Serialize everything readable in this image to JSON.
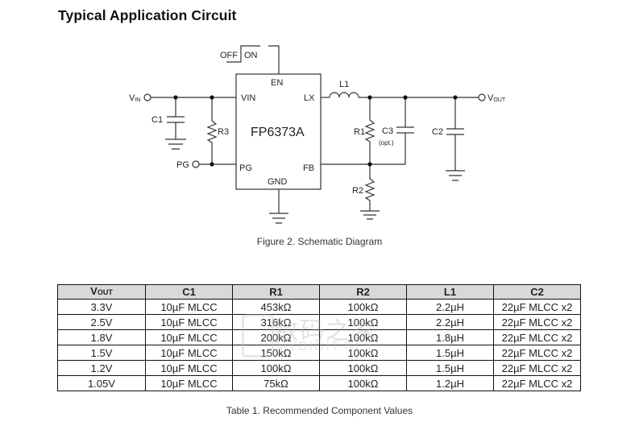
{
  "page": {
    "title": "Typical Application Circuit",
    "figure_caption": "Figure 2. Schematic Diagram",
    "table_caption": "Table 1. Recommended Component Values"
  },
  "schematic": {
    "chip": {
      "name": "FP6373A",
      "pins": {
        "en": "EN",
        "vin": "VIN",
        "lx": "LX",
        "pg": "PG",
        "fb": "FB",
        "gnd": "GND"
      }
    },
    "switch": {
      "off": "OFF",
      "on": "ON"
    },
    "terminals": {
      "vin": {
        "main": "V",
        "sub": "IN"
      },
      "vout": {
        "main": "V",
        "sub": "OUT"
      },
      "pg": "PG"
    },
    "components": {
      "c1": "C1",
      "r3": "R3",
      "l1": "L1",
      "r1": "R1",
      "r2": "R2",
      "c3": "C3",
      "c3_note": "(opt.)",
      "c2": "C2"
    }
  },
  "table": {
    "headers": [
      {
        "main": "V",
        "sub": "OUT"
      },
      {
        "main": "C1"
      },
      {
        "main": "R1"
      },
      {
        "main": "R2"
      },
      {
        "main": "L1"
      },
      {
        "main": "C2"
      }
    ],
    "rows": [
      [
        "3.3V",
        "10µF MLCC",
        "453kΩ",
        "100kΩ",
        "2.2µH",
        "22µF MLCC x2"
      ],
      [
        "2.5V",
        "10µF MLCC",
        "316kΩ",
        "100kΩ",
        "2.2µH",
        "22µF MLCC x2"
      ],
      [
        "1.8V",
        "10µF MLCC",
        "200kΩ",
        "100kΩ",
        "1.8µH",
        "22µF MLCC x2"
      ],
      [
        "1.5V",
        "10µF MLCC",
        "150kΩ",
        "100kΩ",
        "1.5µH",
        "22µF MLCC x2"
      ],
      [
        "1.2V",
        "10µF MLCC",
        "100kΩ",
        "100kΩ",
        "1.5µH",
        "22µF MLCC x2"
      ],
      [
        "1.05V",
        "10µF MLCC",
        "75kΩ",
        "100kΩ",
        "1.2µH",
        "22µF MLCC x2"
      ]
    ]
  },
  "watermark": {
    "cn": "数码之家",
    "en": "MYDIGIT.NET"
  }
}
